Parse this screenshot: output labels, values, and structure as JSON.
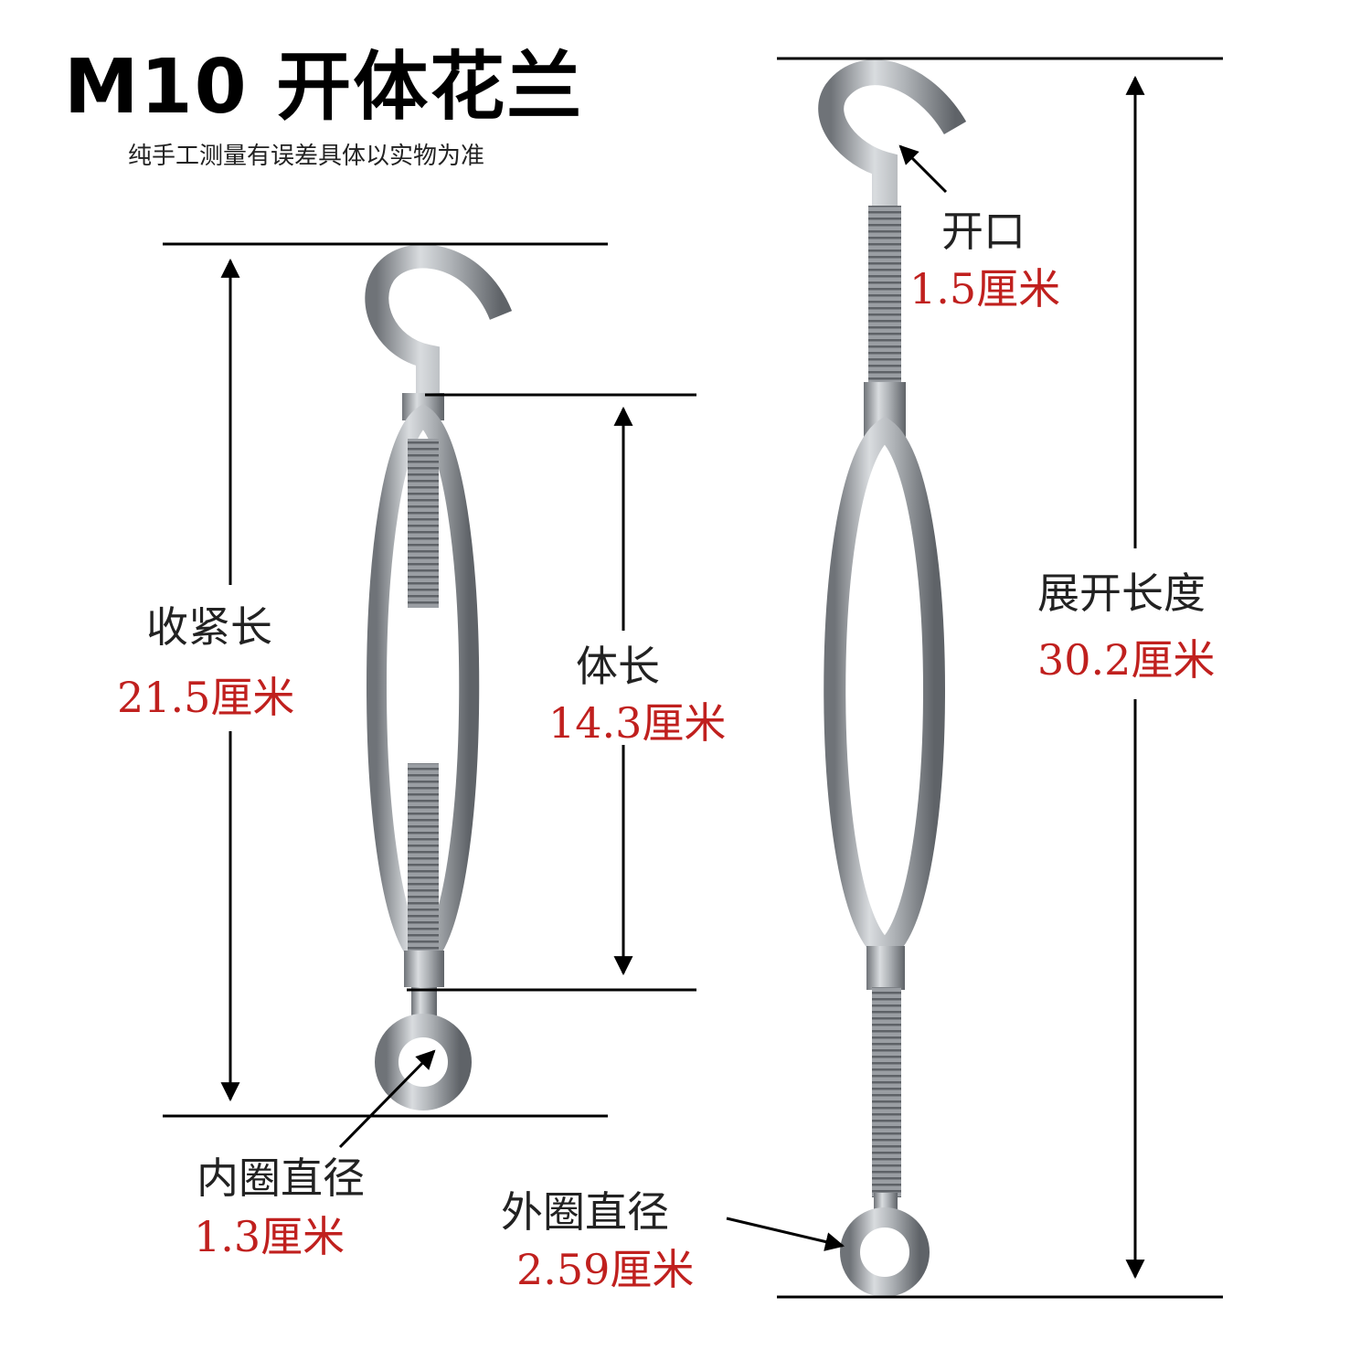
{
  "title": "M10 开体花兰",
  "subtitle": "纯手工测量有误差具体以实物为准",
  "colors": {
    "label": "#222222",
    "value": "#c0201e",
    "metal": "#a9adb2"
  },
  "measurements": {
    "closed_length": {
      "label": "收紧长",
      "value": "21.5厘米"
    },
    "body_length": {
      "label": "体长",
      "value": "14.3厘米"
    },
    "opening": {
      "label": "开口",
      "value": "1.5厘米"
    },
    "extended_length": {
      "label": "展开长度",
      "value": "30.2厘米"
    },
    "inner_ring": {
      "label": "内圈直径",
      "value": "1.3厘米"
    },
    "outer_ring": {
      "label": "外圈直径",
      "value": "2.59厘米"
    }
  }
}
